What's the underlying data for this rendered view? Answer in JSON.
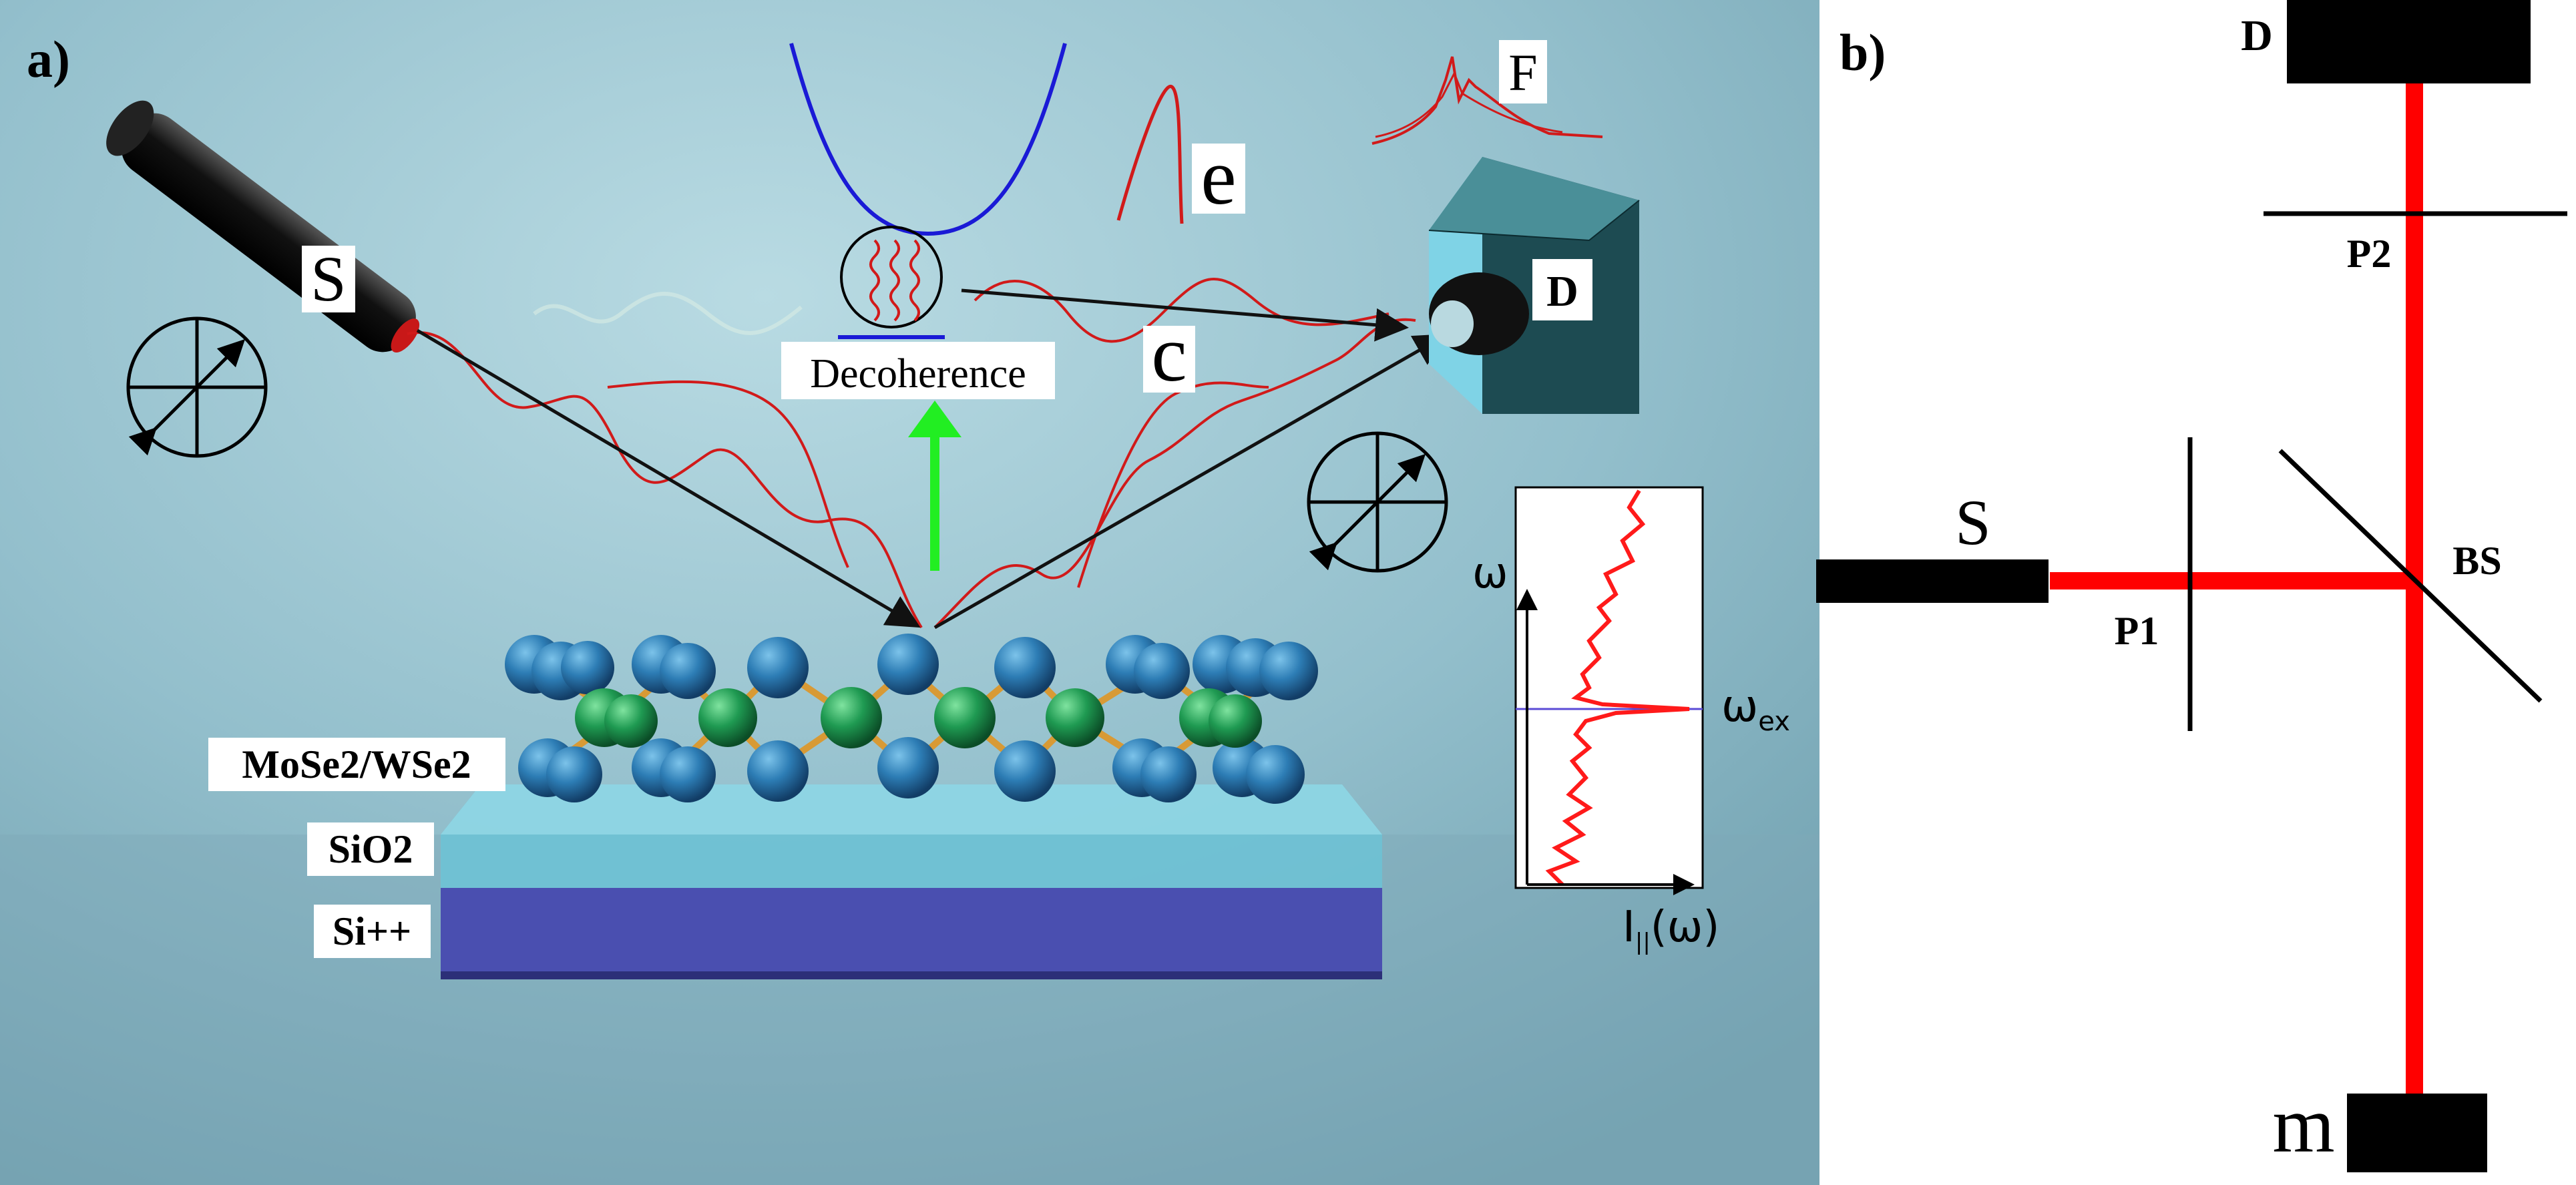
{
  "panel_a": {
    "label": "a)",
    "source_label": "S",
    "detector_label": "D",
    "decoherence_label": "Decoherence",
    "label_e": "e",
    "label_c": "c",
    "label_f": "F",
    "layers": {
      "top": "MoSe2/WSe2",
      "middle": "SiO2",
      "bottom": "Si++"
    },
    "inset": {
      "y_axis": "ω",
      "x_axis": "I",
      "x_axis_sub": "||",
      "x_axis_arg": "(ω)",
      "marker": "ω",
      "marker_sub": "ex"
    },
    "colors": {
      "background": "#9fc6d2",
      "beam": "#d11a1a",
      "arrow": "#111111",
      "green_arrow": "#22ee22",
      "parabola": "#1a1ad6",
      "sio2": "#6cc3d6",
      "si": "#4a4fb0"
    }
  },
  "panel_b": {
    "label": "b)",
    "source_label": "S",
    "detector_label": "D",
    "mirror_label": "m",
    "polarizer1_label": "P1",
    "polarizer2_label": "P2",
    "beamsplitter_label": "BS",
    "colors": {
      "beam": "#ff0000",
      "block": "#000000"
    }
  }
}
